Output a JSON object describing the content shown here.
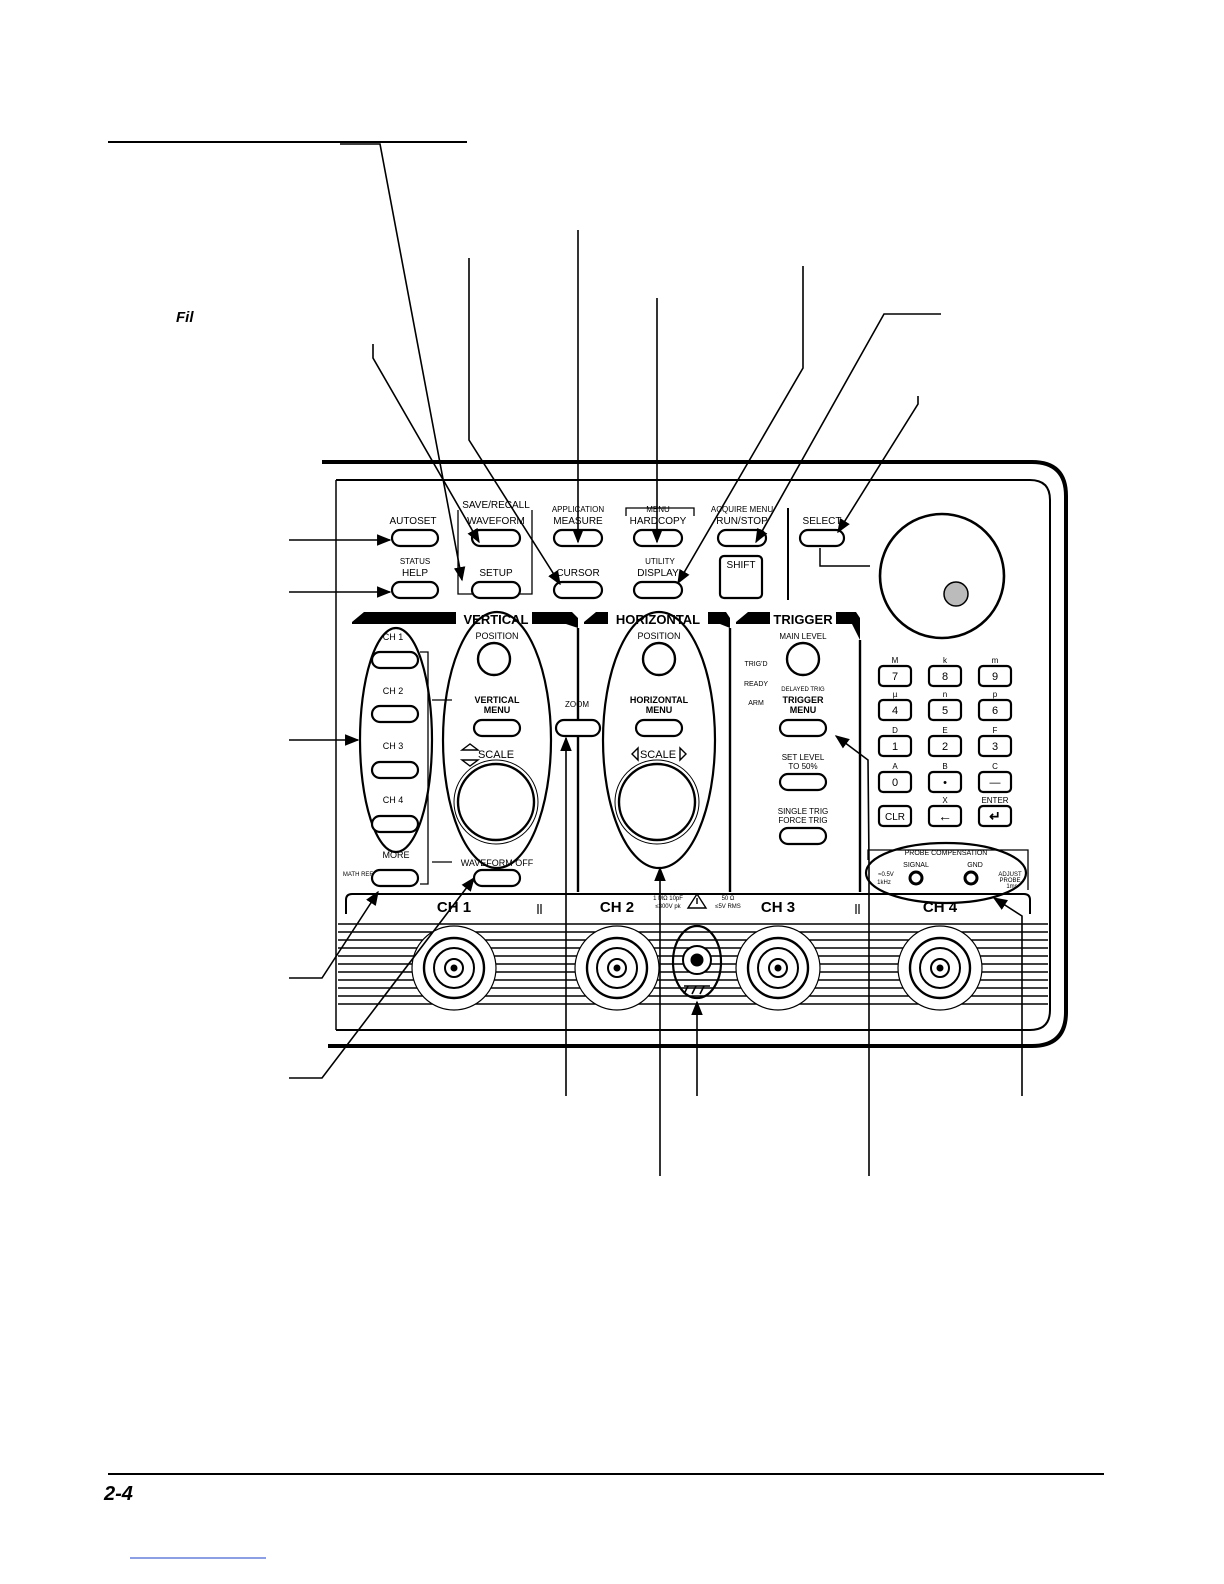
{
  "figure_label": "Fil",
  "page_number": "2-4",
  "panel": {
    "buttons": {
      "autoset": "AUTOSET",
      "status": "STATUS",
      "help": "HELP",
      "save_recall": "SAVE/RECALL",
      "waveform": "WAVEFORM",
      "setup": "SETUP",
      "application": "APPLICATION",
      "measure": "MEASURE",
      "cursor": "CURSOR",
      "menu": "MENU",
      "hardcopy": "HARDCOPY",
      "utility": "UTILITY",
      "display": "DISPLAY",
      "acquire_menu": "ACQUIRE MENU",
      "run_stop": "RUN/STOP",
      "shift": "SHIFT",
      "select": "SELECT"
    },
    "vertical": {
      "title": "VERTICAL",
      "channels": [
        "CH 1",
        "CH 2",
        "CH 3",
        "CH 4"
      ],
      "more": "MORE",
      "math_ref": "MATH REF",
      "position": "POSITION",
      "menu_line1": "VERTICAL",
      "menu_line2": "MENU",
      "scale": "SCALE",
      "waveform_off": "WAVEFORM OFF"
    },
    "zoom": "ZOOM",
    "horizontal": {
      "title": "HORIZONTAL",
      "position": "POSITION",
      "menu_line1": "HORIZONTAL",
      "menu_line2": "MENU",
      "scale": "SCALE"
    },
    "trigger": {
      "title": "TRIGGER",
      "main_level": "MAIN LEVEL",
      "trigd": "TRIG'D",
      "ready": "READY",
      "arm": "ARM",
      "delayed_trig": "DELAYED TRIG",
      "menu_line1": "TRIGGER",
      "menu_line2": "MENU",
      "set_level_line1": "SET LEVEL",
      "set_level_line2": "TO 50%",
      "single_line1": "SINGLE TRIG",
      "single_line2": "FORCE TRIG"
    },
    "keypad": [
      {
        "top": "M",
        "key": "7"
      },
      {
        "top": "k",
        "key": "8"
      },
      {
        "top": "m",
        "key": "9"
      },
      {
        "top": "µ",
        "key": "4"
      },
      {
        "top": "n",
        "key": "5"
      },
      {
        "top": "p",
        "key": "6"
      },
      {
        "top": "D",
        "key": "1"
      },
      {
        "top": "E",
        "key": "2"
      },
      {
        "top": "F",
        "key": "3"
      },
      {
        "top": "A",
        "key": "0"
      },
      {
        "top": "B",
        "key": "•"
      },
      {
        "top": "C",
        "key": "—"
      },
      {
        "top": "",
        "key": "CLR"
      },
      {
        "top": "X",
        "key": "←"
      },
      {
        "top": "ENTER",
        "key": "↵"
      }
    ],
    "probe_comp": {
      "title": "PROBE COMPENSATION",
      "signal": "SIGNAL",
      "gnd": "GND",
      "left_note_1": "≈0.5V",
      "left_note_2": "1kHz",
      "right_note_1": "ADJUST",
      "right_note_2": "PROBE",
      "right_note_3": "1ms"
    },
    "inputs": {
      "labels": [
        "CH 1",
        "CH 2",
        "CH 3",
        "CH 4"
      ],
      "spec_1": "1 MΩ 10pF",
      "spec_2": "≤300V pk",
      "spec_3": "50 Ω",
      "spec_4": "≤5V RMS"
    }
  }
}
